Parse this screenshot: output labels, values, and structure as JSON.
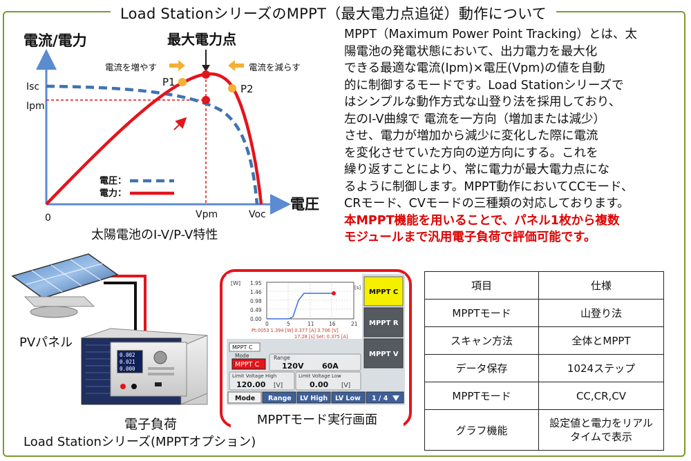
{
  "title": "Load StationシリーズのMPPT（最大電力点追従）動作について",
  "description_lines": [
    "MPPT（Maximum Power Point Tracking）とは、太",
    "陽電池の発電状態において、出力電力を最大化",
    "できる最適な電流(Ipm)×電圧(Vpm)の値を自動",
    "的に制御するモードです。Load Stationシリーズで",
    "はシンプルな動作方式な山登り法を採用しており、",
    "左のI-V曲線で 電流を一方向（増加または減少）",
    "させ、電力が増加から減少に変化した際に電流",
    "を変化させていた方向の逆方向にする。これを",
    "繰り返すことにより、常に電力が最大電力点にな",
    "るように制御します。MPPT動作においてCCモード、",
    "CRモード、CVモードの三種類の対応しております。"
  ],
  "highlight_lines": [
    "本MPPT機能を用いることで、パネル1枚から複数",
    "モジュールまで汎用電子負荷で評価可能です。"
  ],
  "iv_chart": {
    "y_axis_label": "電流/電力",
    "x_axis_label": "電圧",
    "peak_label": "最大電力点",
    "origin_label": "0",
    "isc_label": "Isc",
    "ipm_label": "Ipm",
    "vpm_label": "Vpm",
    "voc_label": "Voc",
    "p1_label": "P1",
    "p2_label": "P2",
    "increase_label": "電流を増やす",
    "decrease_label": "電流を減らす",
    "legend_voltage": "電圧：",
    "legend_power": "電力：",
    "caption": "太陽電池のI-V/P-V特性",
    "voltage_color": "#3f73b2",
    "power_color": "#e4141b",
    "point_color": "#f2b134"
  },
  "hardware": {
    "pv_label": "PVパネル",
    "load_label": "電子負荷",
    "load_series": "Load Stationシリーズ(MPPTオプション)"
  },
  "screen": {
    "caption": "MPPTモード実行画面",
    "y_unit": "[W]",
    "x_unit": "[s]",
    "y_ticks": [
      "1.95",
      "1.46",
      "0.98",
      "0.49",
      "0.00"
    ],
    "x_ticks": [
      "0",
      "5",
      "11",
      "16",
      "21"
    ],
    "readout_line1": "Pt:0053  1.394 [W]  0.377 [A]  3.706 [V]",
    "readout_line2": "17.28 [s]  Set: 0.375  [A]",
    "mode_tag": "MPPT C",
    "mode_label": "Mode",
    "mode_value": "MPPT C",
    "range_label": "Range",
    "range_v": "120V",
    "range_a": "60A",
    "lvh_label": "Limit Voltage High",
    "lvh_value": "120.00",
    "lvh_unit": "[V]",
    "lvl_label": "Limit Voltage Low",
    "lvl_value": "0.00",
    "lvl_unit": "[V]",
    "side_buttons": [
      "MPPT C",
      "MPPT R",
      "MPPT V"
    ],
    "bottom_buttons": [
      "Mode",
      "Range",
      "LV High",
      "LV Low",
      "1 / 4"
    ],
    "device_readings": [
      "0.002",
      "0.021",
      "0.000"
    ]
  },
  "spec_table": {
    "header": [
      "項目",
      "仕様"
    ],
    "rows": [
      [
        "MPPTモード",
        "山登り法"
      ],
      [
        "スキャン方法",
        "全体とMPPT"
      ],
      [
        "データ保存",
        "1024ステップ"
      ],
      [
        "MPPTモード",
        "CC,CR,CV"
      ],
      [
        "グラフ機能",
        "設定値と電力をリアル",
        "タイムで表示"
      ]
    ]
  }
}
